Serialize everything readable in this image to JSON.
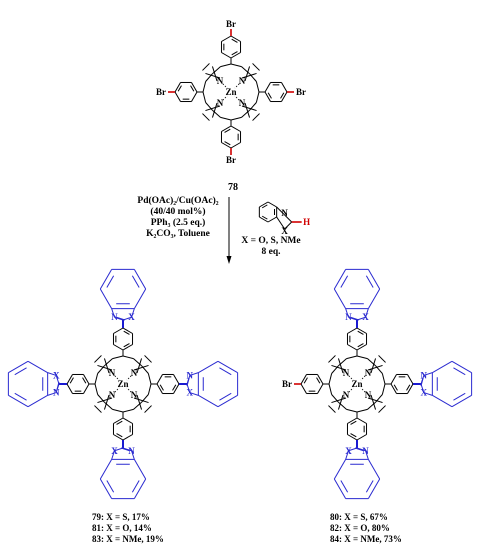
{
  "colors": {
    "bond": "#000000",
    "bromine": "#d00000",
    "new_bond": "#0000cc",
    "benzimidazole": "#2a2ad0"
  },
  "atoms": {
    "br": "Br",
    "zn": "Zn",
    "n": "N",
    "x": "X",
    "h": "H"
  },
  "compound_78": {
    "label": "78"
  },
  "conditions": {
    "line1": "Pd(OAc)₂/Cu(OAc)₂",
    "line2": "(40/40 mol%)",
    "line3": "PPh₃ (2.5 eq.)",
    "line4": "K₂CO₃, Toluene"
  },
  "reagent": {
    "x_options": "X = O, S, NMe",
    "equivalents": "8 eq."
  },
  "products_left": {
    "line1": "79: X = S, 17%",
    "line2": "81: X = O, 14%",
    "line3": "83: X = NMe, 19%"
  },
  "products_right": {
    "line1": "80: X = S, 67%",
    "line2": "82: X = O, 80%",
    "line3": "84: X = NMe, 73%"
  }
}
